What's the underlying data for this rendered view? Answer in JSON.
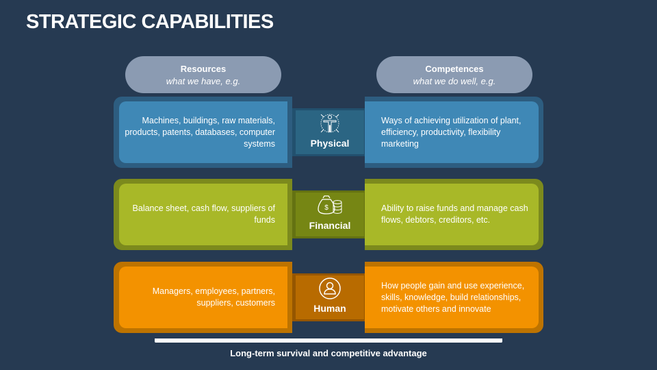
{
  "title": "STRATEGIC CAPABILITIES",
  "headers": [
    {
      "label": "Resources",
      "sub": "what we have, e.g."
    },
    {
      "label": "Competences",
      "sub": "what we do well, e.g."
    }
  ],
  "rows": [
    {
      "label": "Physical",
      "icon": "vitruvian-man-icon",
      "resources": "Machines, buildings, raw materials, products, patents, databases, computer systems",
      "competences": "Ways of achieving utilization of plant, efficiency, productivity, flexibility marketing",
      "colors": {
        "frame": "#2d5d80",
        "inner": "#3f88b6",
        "center": "#2b6583"
      }
    },
    {
      "label": "Financial",
      "icon": "money-bag-coins-icon",
      "resources": "Balance sheet, cash flow, suppliers of funds",
      "competences": "Ability to raise funds and manage cash flows, debtors, creditors, etc.",
      "colors": {
        "frame": "#7c8a1d",
        "inner": "#a8b828",
        "center": "#768614"
      }
    },
    {
      "label": "Human",
      "icon": "person-icon",
      "resources": "Managers, employees, partners, suppliers, customers",
      "competences": "How people gain and use experience, skills, knowledge, build relationships, motivate others and innovate",
      "colors": {
        "frame": "#bd7300",
        "inner": "#f39200",
        "center": "#b86b00"
      }
    }
  ],
  "footer": "Long-term survival and competitive advantage"
}
